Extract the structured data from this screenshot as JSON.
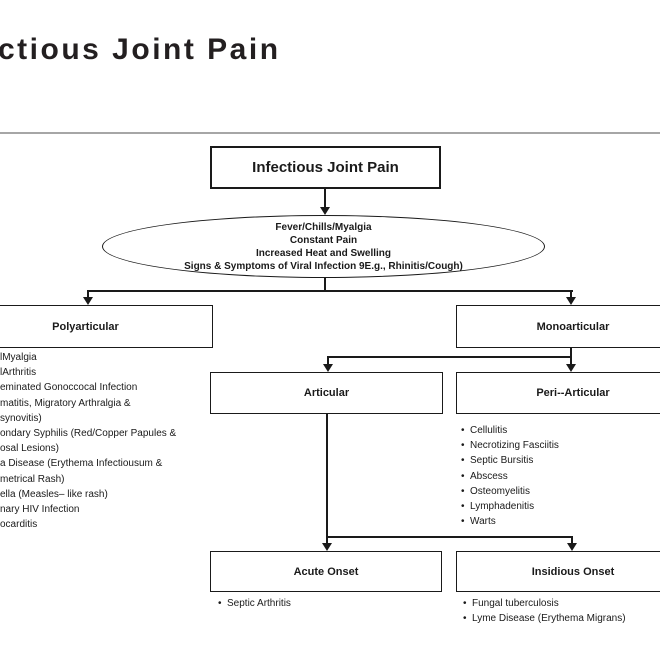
{
  "ui": {
    "bullet": "•"
  },
  "header": {
    "title_visible_fragment": "ctious Joint Pain"
  },
  "flowchart": {
    "root": {
      "label": "Infectious Joint Pain"
    },
    "symptoms": {
      "lines": [
        "Fever/Chills/Myalgia",
        "Constant Pain",
        "Increased Heat and Swelling",
        "Signs & Symptoms of Viral Infection 9E.g., Rhinitis/Cough)"
      ]
    },
    "polyarticular": {
      "label": "Polyarticular",
      "items": [
        "lMyalgia",
        "lArthritis",
        "eminated Gonoccocal Infection",
        "matitis, Migratory Arthralgia &",
        "synovitis)",
        "ondary Syphilis (Red/Copper Papules &",
        "osal Lesions)",
        "a Disease (Erythema Infectiousum &",
        "metrical Rash)",
        "ella (Measles– like rash)",
        "nary HIV Infection",
        "ocarditis"
      ]
    },
    "monoarticular": {
      "label": "Monoarticular"
    },
    "articular": {
      "label": "Articular"
    },
    "peri_articular": {
      "label": "Peri--Articular",
      "items": [
        "Cellulitis",
        "Necrotizing Fasciitis",
        "Septic Bursitis",
        "Abscess",
        "Osteomyelitis",
        "Lymphadenitis",
        "Warts"
      ]
    },
    "acute_onset": {
      "label": "Acute Onset",
      "items": [
        "Septic Arthritis"
      ]
    },
    "insidious_onset": {
      "label": "Insidious Onset",
      "items": [
        "Fungal tuberculosis",
        "Lyme Disease (Erythema Migrans)"
      ]
    }
  },
  "colors": {
    "ink": "#1a1a1a",
    "header_rule": "#a6a6a6",
    "background": "#ffffff"
  }
}
